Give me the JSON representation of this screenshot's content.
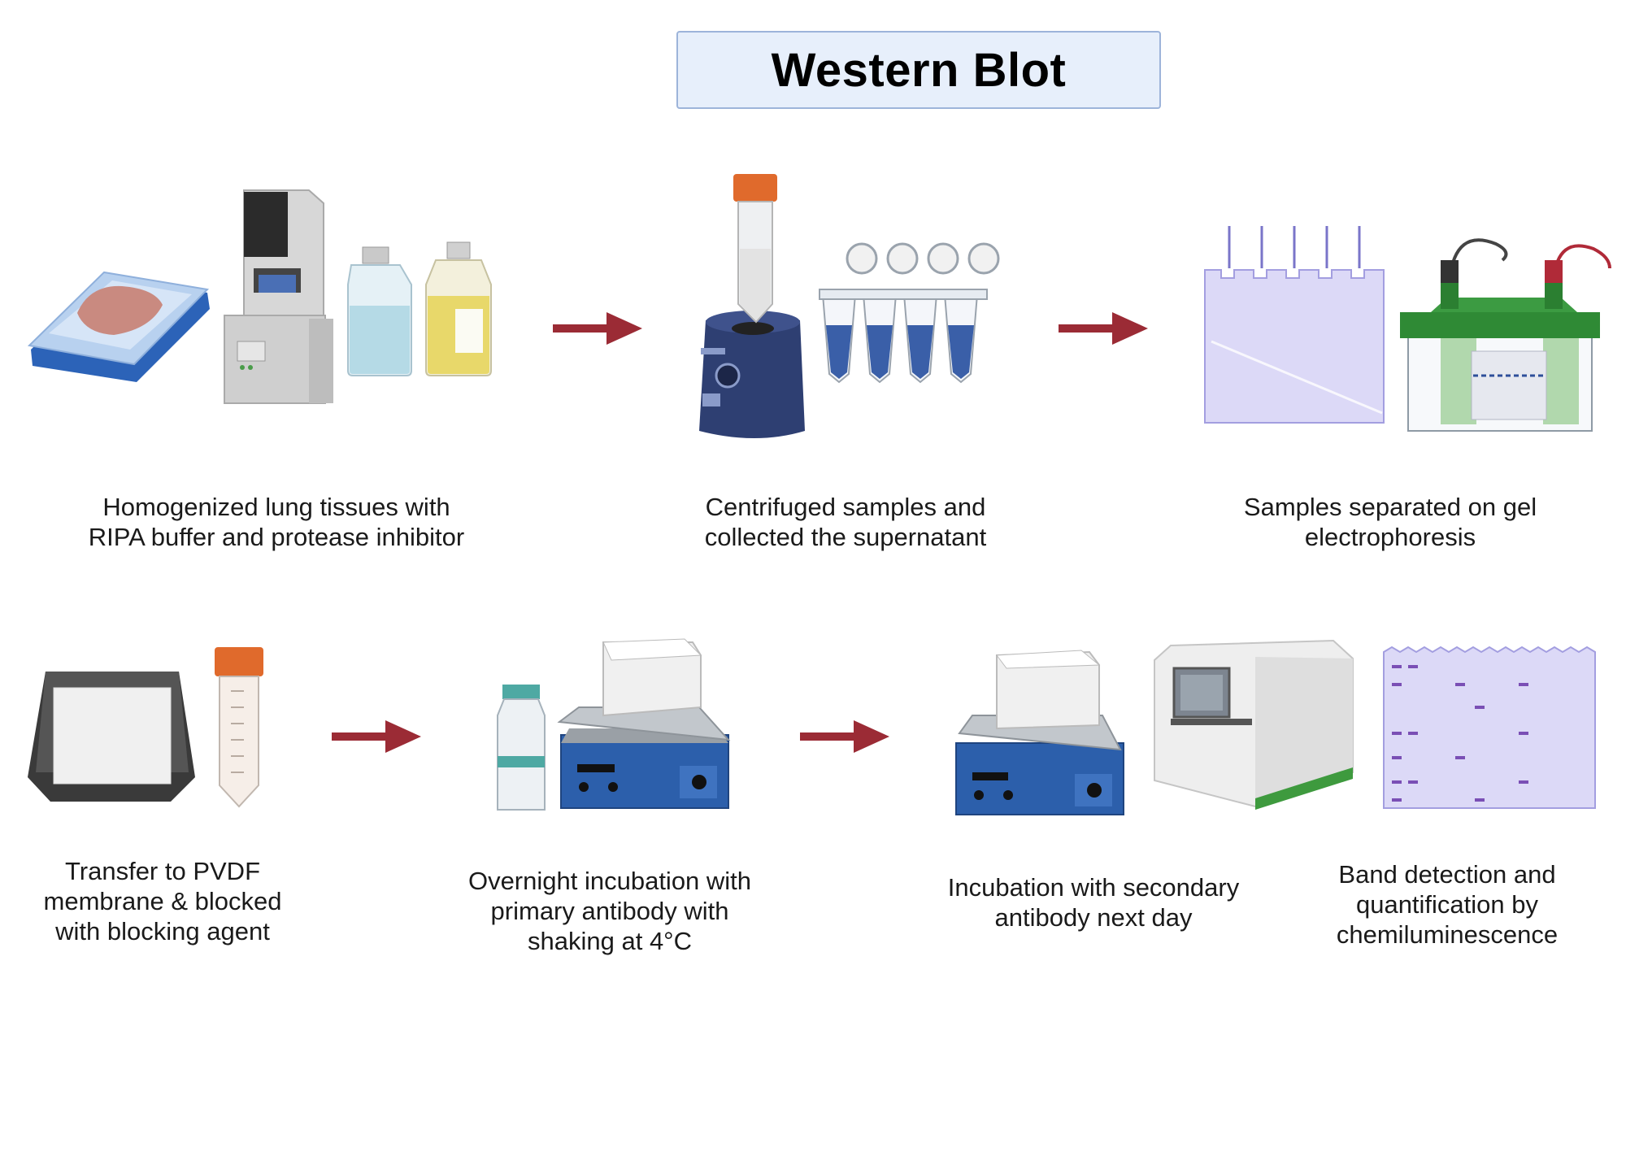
{
  "title": "Western Blot",
  "steps": [
    {
      "caption": "Homogenized lung tissues with\nRIPA buffer and protease inhibitor"
    },
    {
      "caption": "Centrifuged samples and\ncollected the supernatant"
    },
    {
      "caption": "Samples separated on gel\nelectrophoresis"
    },
    {
      "caption": "Transfer to PVDF\nmembrane & blocked\nwith blocking agent"
    },
    {
      "caption": "Overnight incubation with\nprimary antibody with\nshaking at 4°C"
    },
    {
      "caption": "Incubation with secondary\nantibody next day"
    },
    {
      "caption": "Band detection and\nquantification by\nchemiluminescence"
    }
  ],
  "colors": {
    "arrow": "#9b2b35",
    "title_bg": "#e7effb",
    "title_border": "#9db4da",
    "tube_cap": "#e06a2c",
    "instrument_blue": "#2f5fa8",
    "gel_purple": "#d9d6f5",
    "tank_green": "#3c8b3c"
  }
}
